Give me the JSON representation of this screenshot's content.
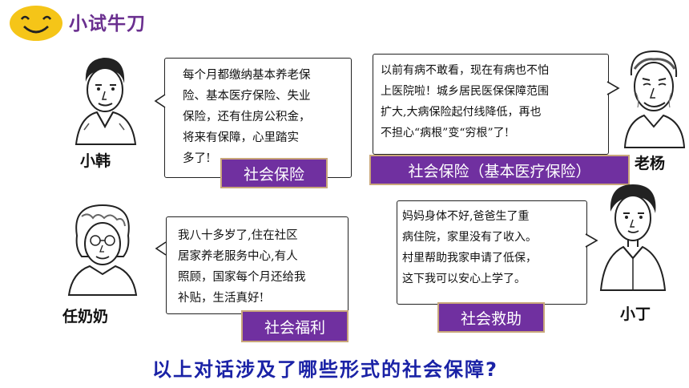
{
  "header": {
    "title": "小试牛刀"
  },
  "dialogues": [
    {
      "speaker": "小韩",
      "lines": [
        "每个月都缴纳基本养老保",
        "险、基本医疗保险、失业",
        "保险，还有住房公积金，",
        "将来有保障，心里踏实",
        "多了!"
      ],
      "tag": "社会保险"
    },
    {
      "speaker": "老杨",
      "lines": [
        "以前有病不敢看，现在有病也不怕",
        "上医院啦！城乡居民医保保障范围",
        "扩大,大病保险起付线降低，再也",
        "不担心“病根”变“穷根”了!"
      ],
      "tag": "社会保险（基本医疗保险）"
    },
    {
      "speaker": "任奶奶",
      "lines": [
        "我八十多岁了,住在社区",
        "居家养老服务中心,有人",
        "照顾，国家每个月还给我",
        "补贴，生活真好!"
      ],
      "tag": "社会福利"
    },
    {
      "speaker": "小丁",
      "lines": [
        "妈妈身体不好,爸爸生了重",
        "病住院，家里没有了收入。",
        "村里帮助我家申请了低保，",
        "这下我可以安心上学了。"
      ],
      "tag": "社会救助"
    }
  ],
  "question": "以上对话涉及了哪些形式的社会保障?",
  "colors": {
    "title": "#6a2f8f",
    "tag_bg": "#7030a0",
    "tag_border": "#c9a77a",
    "question": "#1a22a6",
    "smiley": "#f5c518"
  }
}
